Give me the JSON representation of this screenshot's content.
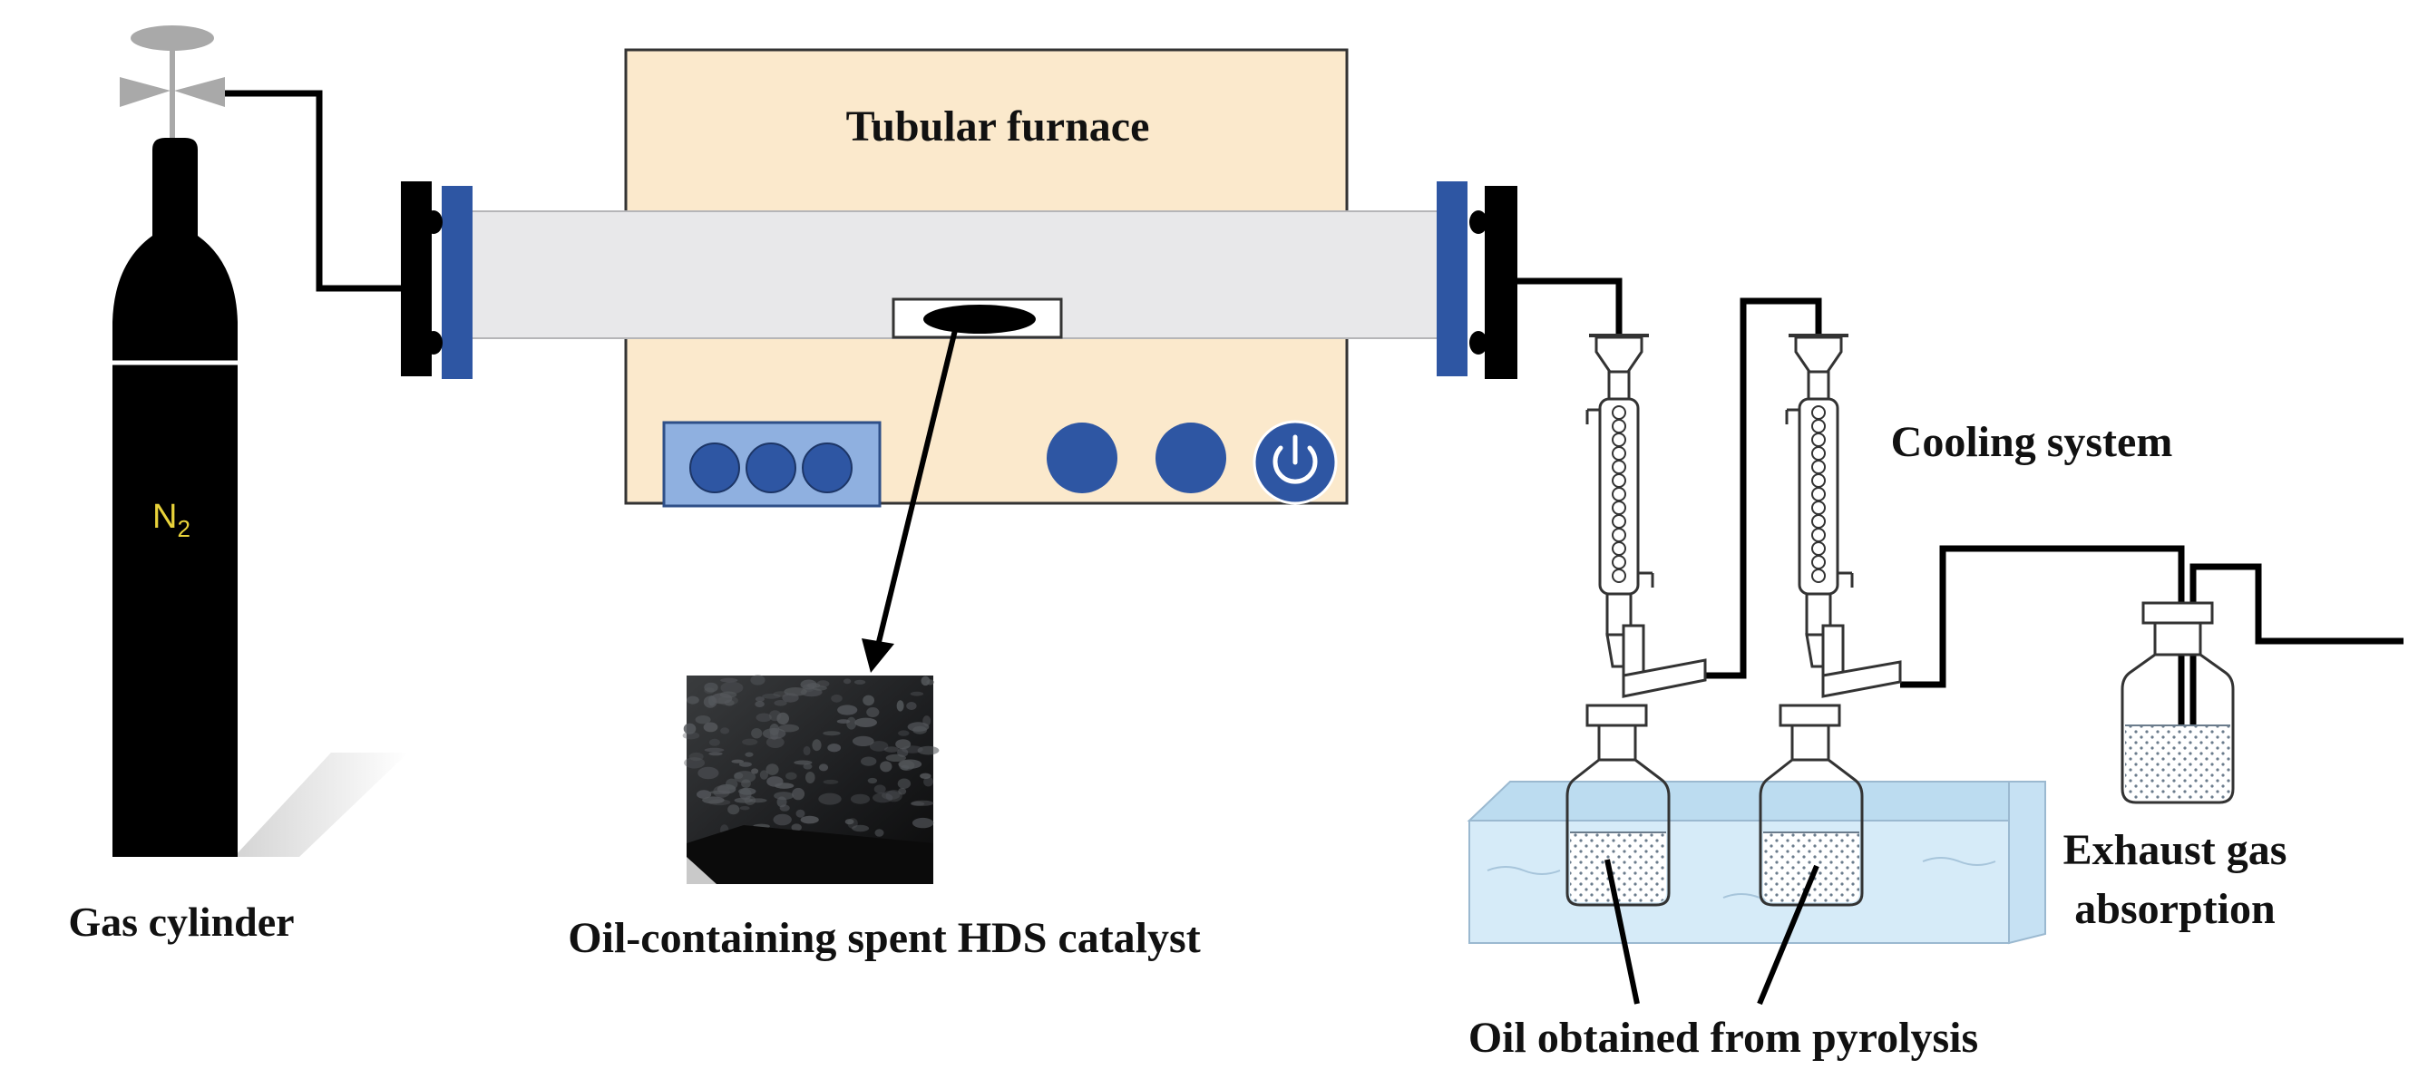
{
  "labels": {
    "furnace": "Tubular furnace",
    "gas_cylinder": "Gas cylinder",
    "catalyst": "Oil-containing spent HDS catalyst",
    "cooling": "Cooling system",
    "exhaust_line1": "Exhaust gas",
    "exhaust_line2": "absorption",
    "oil": "Oil obtained from pyrolysis"
  },
  "cylinder_gas": {
    "symbol": "N",
    "subscript": "2"
  },
  "colors": {
    "furnace_body": "#fbe9cc",
    "furnace_panel": "#8fb0e0",
    "control_knob": "#2e56a3",
    "flange_blue": "#2e56a3",
    "tube": "#e8e8ea",
    "cylinder": "#000000",
    "gas_text": "#e8d23a",
    "water_bath": "#d6ebf8",
    "pipe": "#000000"
  }
}
